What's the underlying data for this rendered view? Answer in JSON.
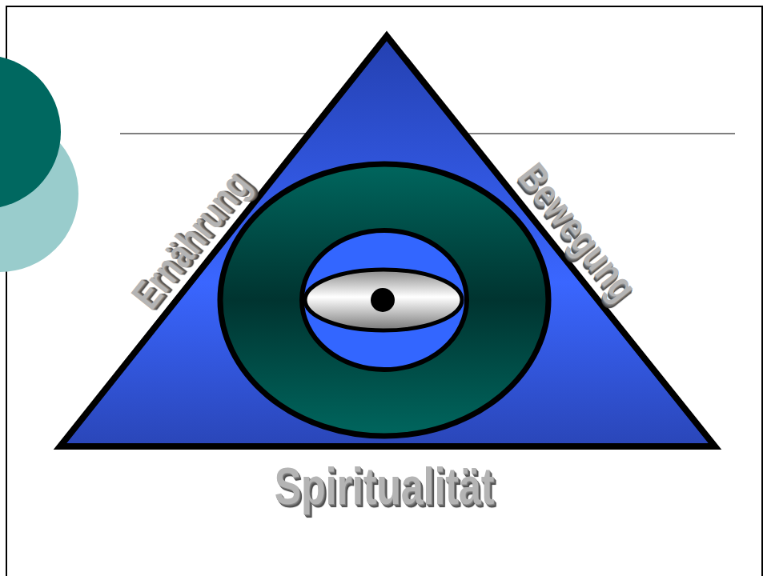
{
  "diagram": {
    "labels": [
      "Ernährung",
      "Bewegung",
      "Spiritualität"
    ]
  }
}
